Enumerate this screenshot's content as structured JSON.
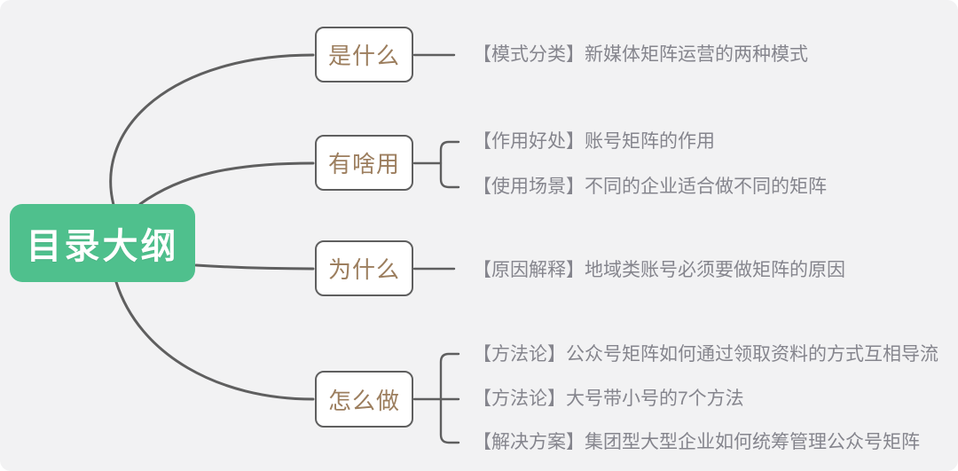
{
  "mindmap": {
    "type": "mindmap-outline",
    "root": {
      "label": "目录大纲"
    },
    "branches": [
      {
        "label": "是什么",
        "leaves": [
          "【模式分类】新媒体矩阵运营的两种模式"
        ]
      },
      {
        "label": "有啥用",
        "leaves": [
          "【作用好处】账号矩阵的作用",
          "【使用场景】不同的企业适合做不同的矩阵"
        ]
      },
      {
        "label": "为什么",
        "leaves": [
          "【原因解释】地域类账号必须要做矩阵的原因"
        ]
      },
      {
        "label": "怎么做",
        "leaves": [
          "【方法论】公众号矩阵如何通过领取资料的方式互相导流",
          "【方法论】大号带小号的7个方法",
          "【解决方案】集团型大型企业如何统筹管理公众号矩阵"
        ]
      }
    ],
    "colors": {
      "background": "#F2F2F3",
      "root_fill": "#4FC08D",
      "root_text": "#FFFFFF",
      "branch_border": "#5F5F5F",
      "branch_text": "#9C7E5E",
      "leaf_text": "#85858D",
      "connector": "#5F5F5F"
    }
  }
}
